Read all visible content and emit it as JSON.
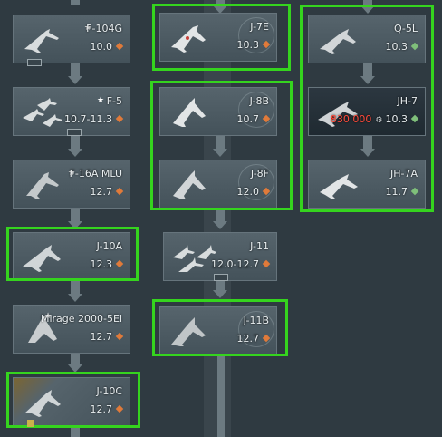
{
  "vehicles": {
    "f104g": {
      "name": "F-104G",
      "br": "10.0"
    },
    "f5": {
      "name": "F-5",
      "br": "10.7-11.3"
    },
    "f16a": {
      "name": "F-16A MLU",
      "br": "12.7"
    },
    "j10a": {
      "name": "J-10A",
      "br": "12.3"
    },
    "mirage": {
      "name": "Mirage 2000-5Ei",
      "br": "12.7"
    },
    "j10c": {
      "name": "J-10C",
      "br": "12.7"
    },
    "j7e": {
      "name": "J-7E",
      "br": "10.3"
    },
    "j8b": {
      "name": "J-8B",
      "br": "10.7"
    },
    "j8f": {
      "name": "J-8F",
      "br": "12.0"
    },
    "j11": {
      "name": "J-11",
      "br": "12.0-12.7"
    },
    "j11b": {
      "name": "J-11B",
      "br": "12.7"
    },
    "q5l": {
      "name": "Q-5L",
      "br": "10.3"
    },
    "jh7": {
      "name": "JH-7",
      "br": "10.3",
      "cost": "830 000"
    },
    "jh7a": {
      "name": "JH-7A",
      "br": "11.7"
    }
  },
  "colors": {
    "highlight": "#35d41e",
    "rank_orange": "#e07a3a",
    "rank_green": "#7fbf7a",
    "cost_red": "#ff4a3a"
  },
  "icons": {
    "country_flag": "flag-icon",
    "cost": "silver-lions-icon",
    "rank": "rank-diamond-icon"
  }
}
